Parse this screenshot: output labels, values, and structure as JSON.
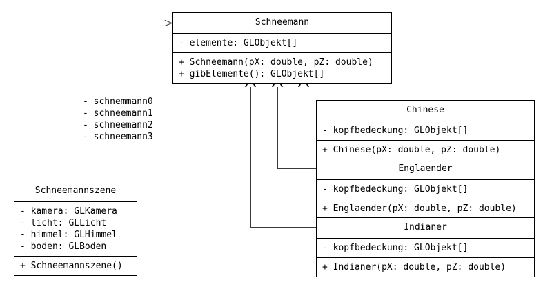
{
  "diagram": {
    "title": "UML Klassendiagramm Schneemannszene",
    "classes": {
      "schneemann": {
        "name": "Schneemann",
        "attributes": [
          "- elemente: GLObjekt[]"
        ],
        "operations": [
          "+ Schneemann(pX: double, pZ: double)",
          "+ gibElemente(): GLObjekt[]"
        ]
      },
      "chinese": {
        "name": "Chinese",
        "attributes": [
          "- kopfbedeckung: GLObjekt[]"
        ],
        "operations": [
          "+ Chinese(pX: double, pZ: double)"
        ]
      },
      "englaender": {
        "name": "Englaender",
        "attributes": [
          "- kopfbedeckung: GLObjekt[]"
        ],
        "operations": [
          "+ Englaender(pX: double, pZ: double)"
        ]
      },
      "indianer": {
        "name": "Indianer",
        "attributes": [
          "- kopfbedeckung: GLObjekt[]"
        ],
        "operations": [
          "+ Indianer(pX: double, pZ: double)"
        ]
      },
      "schneemannszene": {
        "name": "Schneemannszene",
        "attributes": [
          "- kamera: GLKamera",
          "- licht: GLLicht",
          "- himmel: GLHimmel",
          "- boden: GLBoden"
        ],
        "operations": [
          "+ Schneemannszene()"
        ]
      }
    },
    "association_labels": [
      "- schnemmann0",
      "- schneemann1",
      "- schneemann2",
      "- schneemann3"
    ],
    "colors": {
      "line": "#3a3a3a",
      "border": "#000000",
      "background": "#ffffff",
      "text": "#000000"
    }
  }
}
